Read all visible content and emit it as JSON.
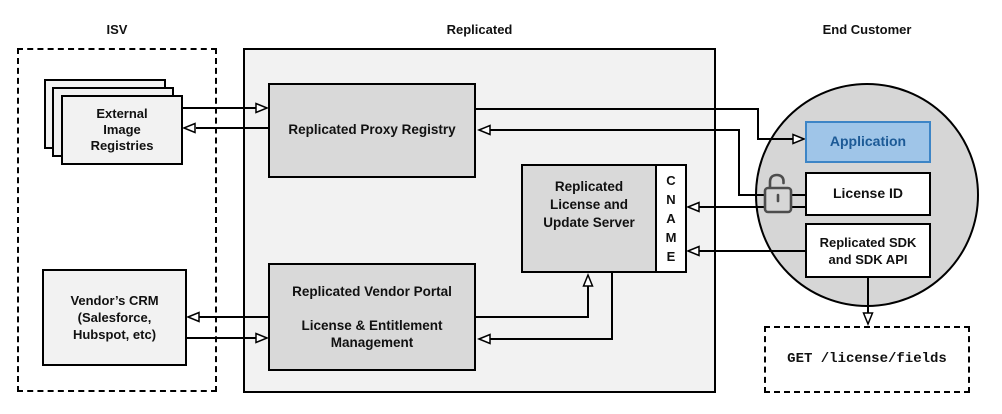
{
  "titles": {
    "isv": "ISV",
    "replicated": "Replicated",
    "end_customer": "End Customer"
  },
  "isv": {
    "registries_label": "External\nImage\nRegistries",
    "crm_label": "Vendor’s CRM\n(Salesforce,\nHubspot, etc)"
  },
  "replicated": {
    "proxy_label": "Replicated Proxy Registry",
    "license_server_label": "Replicated\nLicense and\nUpdate Server",
    "cname_label": "C\nN\nA\nM\nE",
    "portal_title": "Replicated Vendor Portal",
    "portal_subtitle": "License & Entitlement\nManagement"
  },
  "end_customer": {
    "application_label": "Application",
    "license_id_label": "License ID",
    "sdk_label": "Replicated SDK\nand SDK API",
    "endpoint_label": "GET /license/fields"
  },
  "icons": {
    "lock": "unlocked-padlock-icon"
  },
  "colors": {
    "application_fill": "#9fc5e8",
    "application_border": "#3d85c6",
    "application_text": "#1c5a96",
    "inner_box_fill": "#d9d9d9",
    "container_fill": "#f2f2f2",
    "circle_fill": "#d6d6d6",
    "card_fill": "#f2f2f2",
    "line_color": "#000000"
  }
}
